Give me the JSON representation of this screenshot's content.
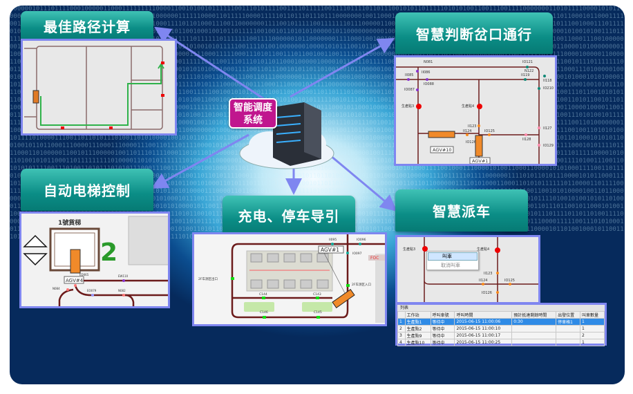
{
  "center_label": {
    "line1": "智能调度",
    "line2": "系统"
  },
  "modules": {
    "best_path": "最佳路径计算",
    "junction": "智慧判断岔口通行",
    "elevator": "自动电梯控制",
    "charging": "充电、停车导引",
    "dispatch": "智慧派车"
  },
  "junction_map": {
    "labels": [
      "N081",
      "IO121",
      "II086",
      "N122",
      "II085",
      "IO088",
      "II119",
      "II118",
      "IO087",
      "IO210",
      "生產點3",
      "生產點4",
      "II123",
      "II127",
      "II124",
      "IO125",
      "IO126",
      "II128",
      "IO129"
    ],
    "agvs": [
      "AGV#10",
      "AGV#1"
    ]
  },
  "elevator_map": {
    "title": "1號貨梯",
    "floor": "2",
    "agv": "AGV#4",
    "labels": [
      "ED065",
      "EW110",
      "EO079",
      "N082",
      "N084"
    ]
  },
  "charging_map": {
    "agv": "AGV#1",
    "labels": [
      "II095",
      "IO096",
      "IO097",
      "2F车测区出口",
      "2F车测区入口",
      "C144",
      "C143",
      "C146",
      "C145",
      "FOC"
    ]
  },
  "dispatch_map": {
    "labels": [
      "生產點3",
      "生產點4",
      "II123",
      "II124",
      "IO125",
      "IO126"
    ],
    "menu": [
      "叫車",
      "取消叫車"
    ]
  },
  "call_table": {
    "caption": "列表",
    "headers": [
      "",
      "工作站",
      "呼叫車號",
      "呼叫時間",
      "預計抵達剩餘時間",
      "出發位置",
      "叫車數量"
    ],
    "rows": [
      [
        "1",
        "生產點1",
        "等待中",
        "2015-06-15 11:00:06",
        "0:30",
        "停車格1",
        "1"
      ],
      [
        "2",
        "生產點2",
        "等待中",
        "2015-06-15 11:00:10",
        "",
        "",
        "1"
      ],
      [
        "3",
        "生產點9",
        "等待中",
        "2015-06-15 11:00:17",
        "",
        "",
        "2"
      ],
      [
        "4",
        "生產點10",
        "等待中",
        "2015-06-15 11:00:25",
        "",
        "",
        "1"
      ]
    ]
  },
  "colors": {
    "accent": "#0b8d86",
    "border": "#7f86f0",
    "label": "#c0168e",
    "track": "#6b1a1a"
  }
}
